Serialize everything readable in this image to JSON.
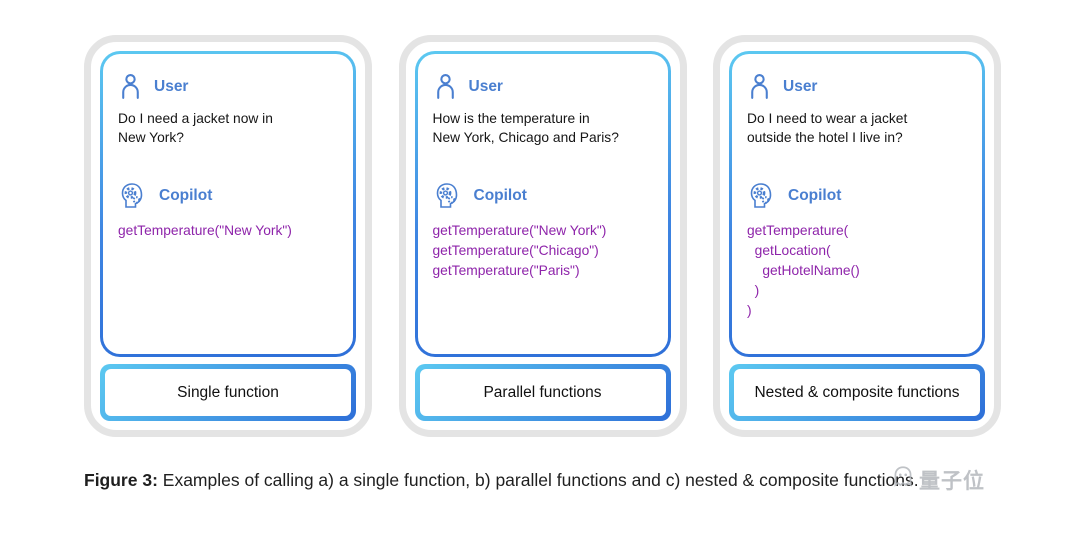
{
  "figure": {
    "caption_label": "Figure 3:",
    "caption_text": "Examples of calling a) a single function, b) parallel functions and c) nested & composite functions."
  },
  "watermark": {
    "text": "量子位"
  },
  "colors": {
    "accent-blue": "#4a7fd0",
    "code-purple": "#8E24AA",
    "gradient-light": "#5cc9f1",
    "gradient-dark": "#2e6fd8",
    "card-border-gray": "#e4e4e4",
    "text-dark": "#1a1a1a"
  },
  "panels": [
    {
      "user_label": "User",
      "question": "Do I need a jacket now in\nNew York?",
      "copilot_label": "Copilot",
      "code": "getTemperature(\"New York\")",
      "footer": "Single function"
    },
    {
      "user_label": "User",
      "question": "How is the temperature in\nNew York, Chicago and Paris?",
      "copilot_label": "Copilot",
      "code": "getTemperature(\"New York\")\ngetTemperature(\"Chicago\")\ngetTemperature(\"Paris\")",
      "footer": "Parallel functions"
    },
    {
      "user_label": "User",
      "question": "Do I need to wear a jacket\noutside the hotel I live in?",
      "copilot_label": "Copilot",
      "code": "getTemperature(\n  getLocation(\n    getHotelName()\n  )\n)",
      "footer": "Nested & composite functions"
    }
  ]
}
